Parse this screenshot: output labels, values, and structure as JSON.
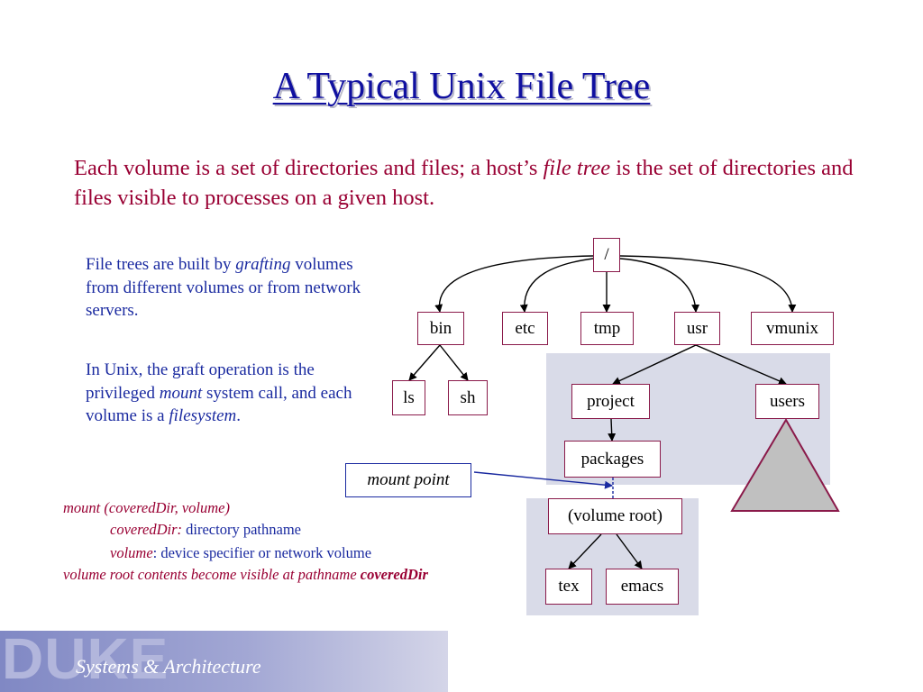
{
  "title": "A Typical Unix File Tree",
  "intro": {
    "part1": "Each volume is a set of directories and files; a host’s ",
    "term": "file tree",
    "part2": " is the set of directories and files visible to processes on a given host."
  },
  "note1": {
    "part1": "File trees are built by ",
    "term": "grafting",
    "part2": " volumes from different volumes or from network servers."
  },
  "note2": {
    "part1": "In Unix, the graft operation is the privileged ",
    "term1": "mount",
    "part2": " system call, and each volume is a ",
    "term2": "filesystem",
    "part3": "."
  },
  "usage": {
    "signature": "mount (coveredDir, volume)",
    "arg1_name": "coveredDir:",
    "arg1_desc": " directory pathname",
    "arg2_name": "volume",
    "arg2_desc": ": device specifier or network volume",
    "result_text": "volume root contents become visible at pathname ",
    "result_term": "coveredDir"
  },
  "tree": {
    "root": "/",
    "top_level": [
      "bin",
      "etc",
      "tmp",
      "usr",
      "vmunix"
    ],
    "bin_children": [
      "ls",
      "sh"
    ],
    "usr_children": [
      "project",
      "users"
    ],
    "project_child": "packages",
    "mount_label": "mount point",
    "volume_root": "(volume root)",
    "volume_children": [
      "tex",
      "emacs"
    ]
  },
  "footer": {
    "logo": "DUKE",
    "text": "Systems & Architecture"
  },
  "colors": {
    "title": "#1010a0",
    "intro_text": "#990033",
    "note_text": "#1a2aa0",
    "node_border": "#8a1a4a",
    "volume_shade": "#d9dbe8",
    "subtree_triangle": "#c0c0c0"
  }
}
